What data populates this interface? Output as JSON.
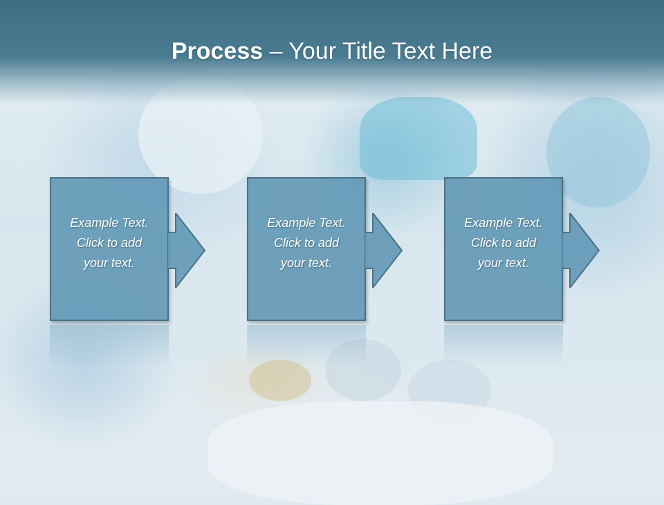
{
  "title": {
    "bold": "Process",
    "rest": " – Your Title Text Here"
  },
  "steps": [
    {
      "text": "Example Text.\nClick  to add\nyour text."
    },
    {
      "text": "Example Text.\nClick  to add\nyour text."
    },
    {
      "text": "Example Text.\nClick  to add\nyour text."
    }
  ],
  "colors": {
    "header": "#3e6e84",
    "box_fill": "#5f96b4",
    "box_border": "#4b7184",
    "text": "#ffffff"
  }
}
